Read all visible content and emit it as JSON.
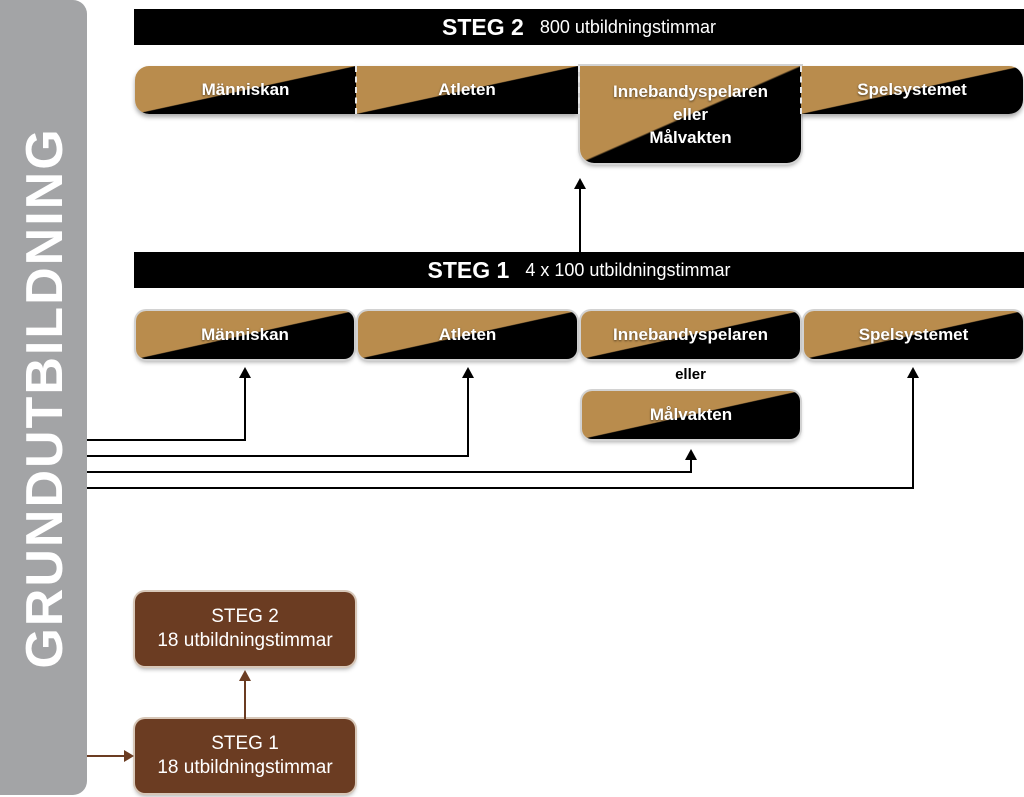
{
  "sidebar": {
    "label": "GRUNDUTBILDNING"
  },
  "steg2": {
    "title": "STEG 2",
    "subtitle": "800 utbildningstimmar",
    "boxes": [
      "Människan",
      "Atleten",
      "Spelsystemet"
    ],
    "tall_box": {
      "line1": "Innebandyspelaren",
      "line2": "eller",
      "line3": "Målvakten"
    }
  },
  "steg1": {
    "title": "STEG 1",
    "subtitle": "4 x 100 utbildningstimmar",
    "boxes": [
      "Människan",
      "Atleten",
      "Innebandyspelaren",
      "Spelsystemet"
    ],
    "or_label": "eller",
    "alt_box": "Målvakten"
  },
  "grund": {
    "steg2": {
      "title": "STEG 2",
      "subtitle": "18 utbildningstimmar"
    },
    "steg1": {
      "title": "STEG 1",
      "subtitle": "18 utbildningstimmar"
    }
  },
  "colors": {
    "gold": "#b98c4d",
    "black": "#000000",
    "brown": "#6b3c22",
    "sidebar": "#a3a4a6"
  }
}
